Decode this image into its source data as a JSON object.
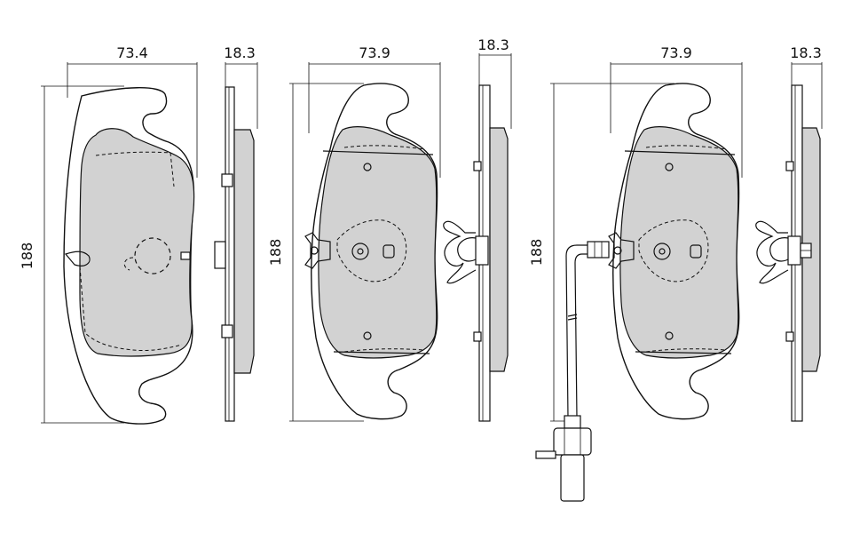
{
  "views": [
    {
      "id": "left",
      "width_label": "73.4",
      "thickness_label": "18.3",
      "height_label": "188"
    },
    {
      "id": "middle",
      "width_label": "73.9",
      "thickness_label": "18.3",
      "height_label": "188"
    },
    {
      "id": "right",
      "width_label": "73.9",
      "thickness_label": "18.3",
      "height_label": "188"
    }
  ],
  "colors": {
    "pad_fill": "#d2d2d2",
    "line": "#111111",
    "background": "#ffffff"
  }
}
